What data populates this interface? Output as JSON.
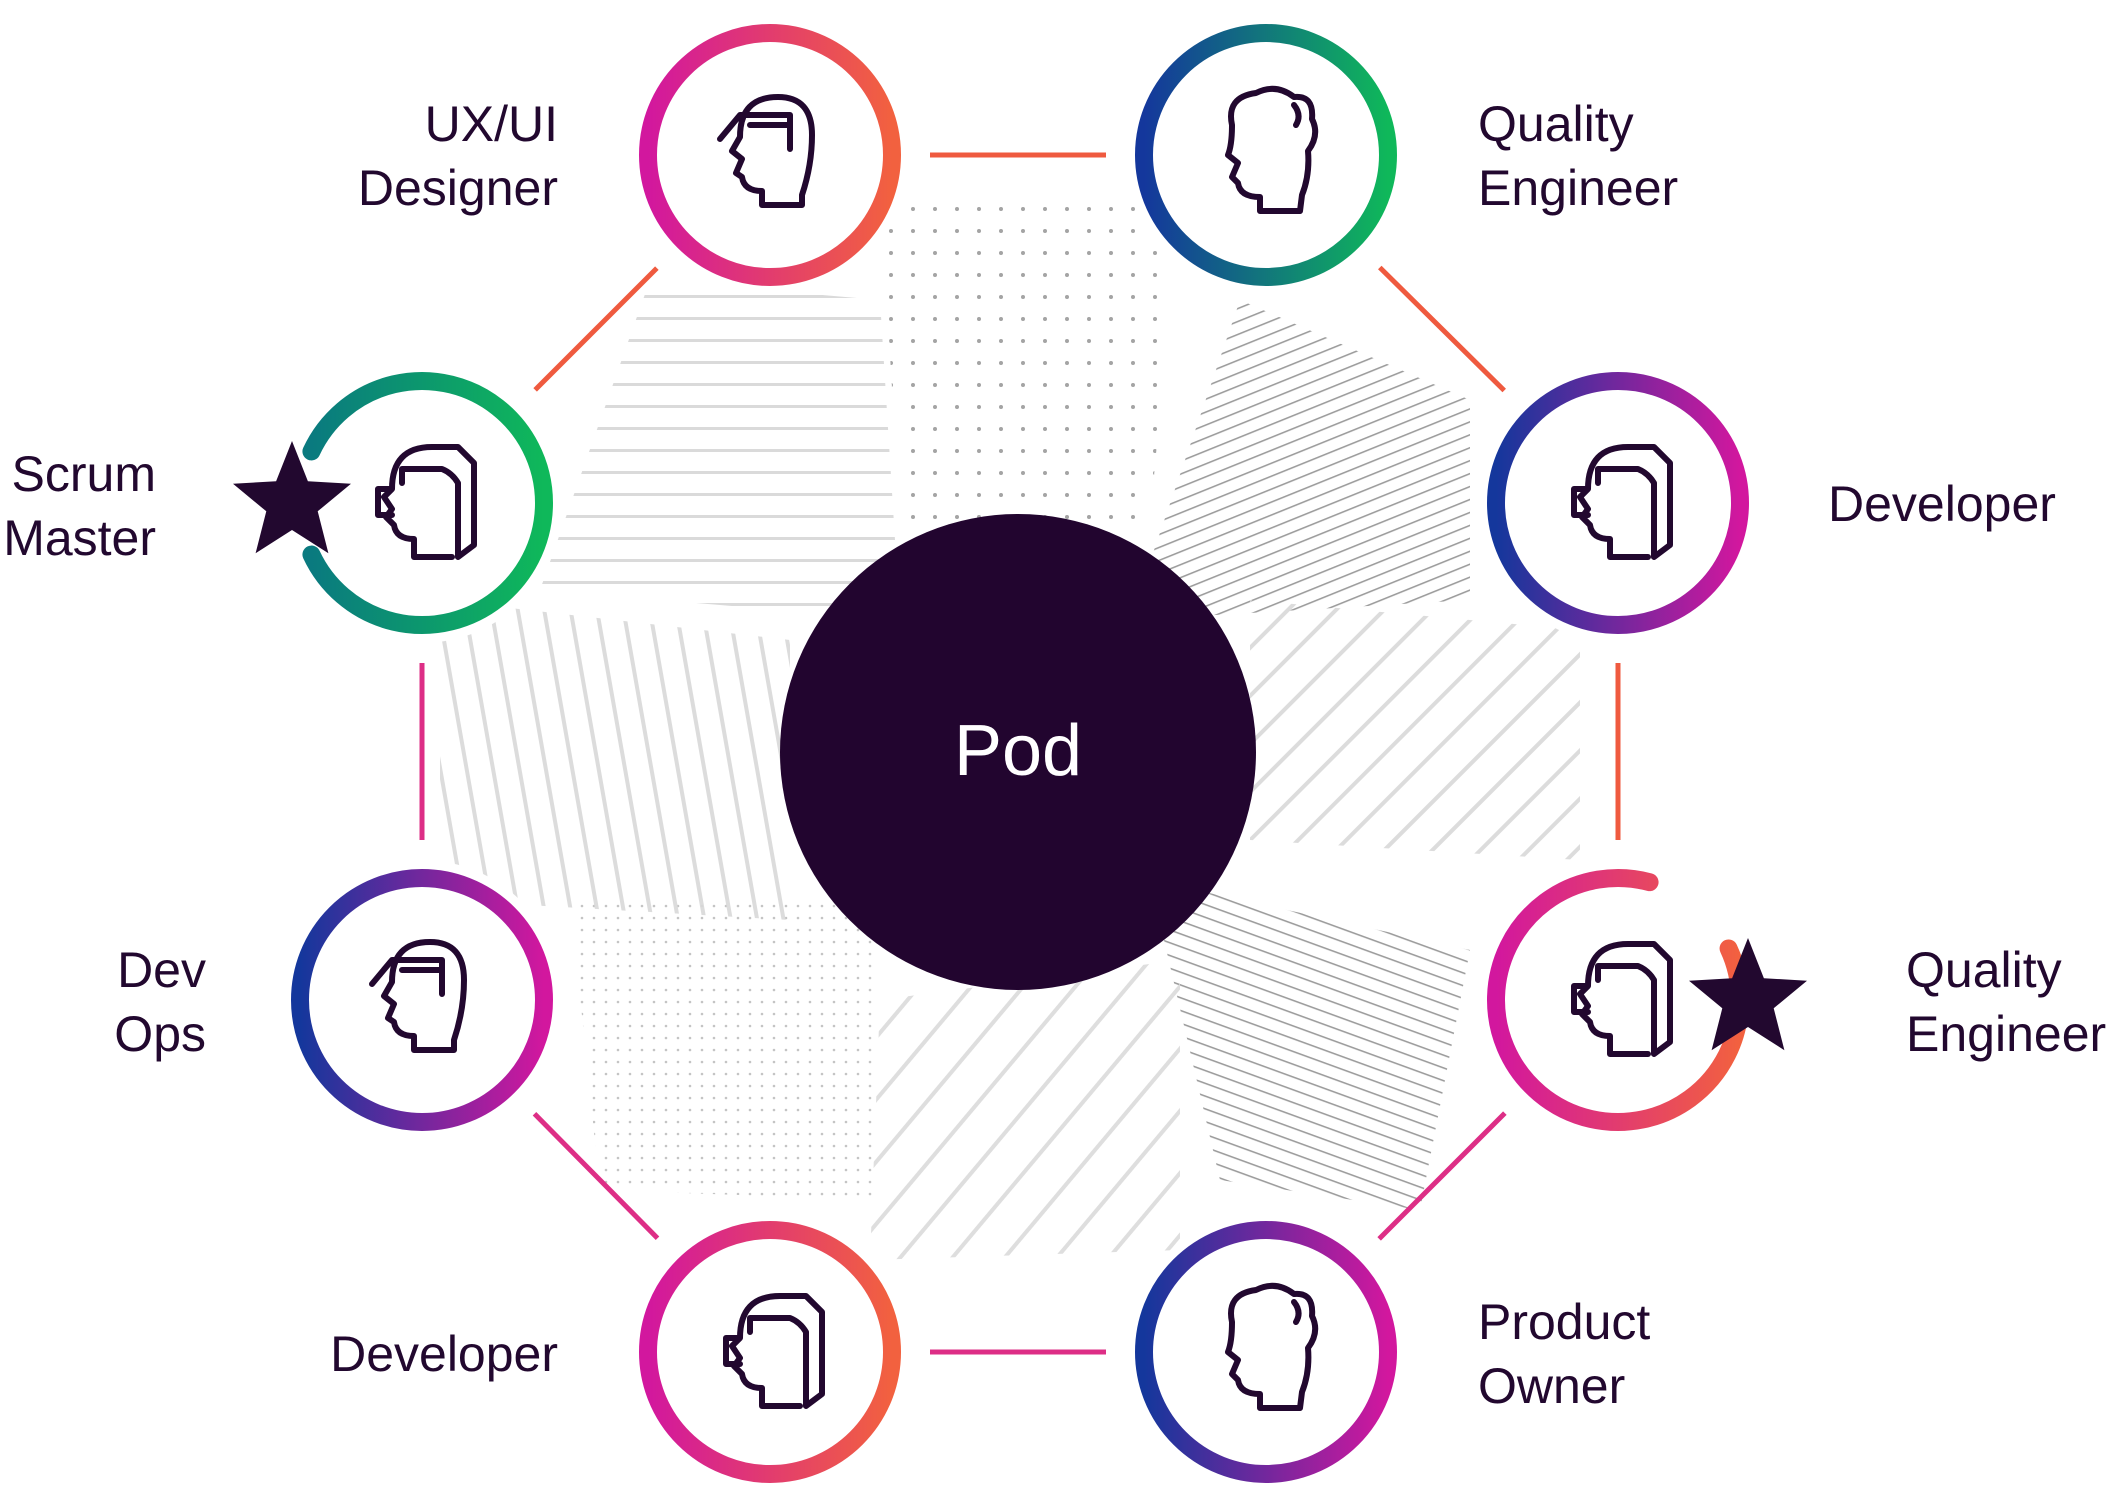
{
  "pod": {
    "label": "Pod",
    "fill": "#22052f",
    "text_color": "#ffffff"
  },
  "colors": {
    "dark": "#22082f",
    "orange": "#f2613f",
    "magenta": "#d2179e",
    "purple": "#7a1fb8",
    "blue": "#14379c",
    "green": "#0fb85a",
    "teal": "#0a7a7f",
    "connector_orange": "#ef5a3f",
    "connector_magenta": "#dd2e86",
    "hatch": "#d4d4d4"
  },
  "roles": [
    {
      "id": "ux-ui-designer",
      "lines": [
        "UX/UI",
        "Designer"
      ],
      "icon": "person-cap-icon",
      "gradient": [
        "#d2179e",
        "#f2613f"
      ],
      "star": false
    },
    {
      "id": "quality-engineer-top",
      "lines": [
        "Quality",
        "Engineer"
      ],
      "icon": "person-curly-hair-icon",
      "gradient": [
        "#14379c",
        "#0fb85a"
      ],
      "star": false
    },
    {
      "id": "developer-right",
      "lines": [
        "Developer"
      ],
      "icon": "person-headset-icon",
      "gradient": [
        "#14379c",
        "#d2179e"
      ],
      "star": false
    },
    {
      "id": "quality-engineer-right",
      "lines": [
        "Quality",
        "Engineer"
      ],
      "icon": "person-headset-icon",
      "gradient": [
        "#d2179e",
        "#f2613f"
      ],
      "star": true
    },
    {
      "id": "product-owner",
      "lines": [
        "Product",
        "Owner"
      ],
      "icon": "person-curly-hair-icon",
      "gradient": [
        "#14379c",
        "#d2179e"
      ],
      "star": false
    },
    {
      "id": "developer-bottom",
      "lines": [
        "Developer"
      ],
      "icon": "person-headset-icon",
      "gradient": [
        "#d2179e",
        "#f2613f"
      ],
      "star": false
    },
    {
      "id": "dev-ops",
      "lines": [
        "Dev",
        "Ops"
      ],
      "icon": "person-cap-icon",
      "gradient": [
        "#14379c",
        "#d2179e"
      ],
      "star": false
    },
    {
      "id": "scrum-master",
      "lines": [
        "Scrum",
        "Master"
      ],
      "icon": "person-headset-icon",
      "gradient": [
        "#0a7a7f",
        "#0fb85a"
      ],
      "star": true
    }
  ]
}
